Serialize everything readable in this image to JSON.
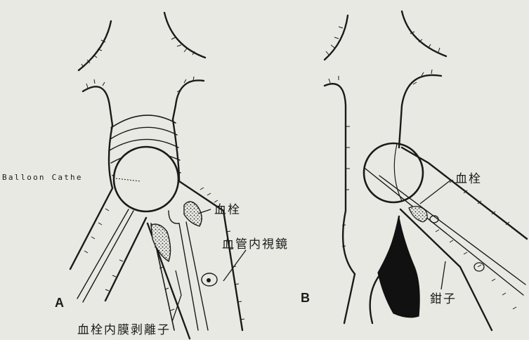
{
  "panels": {
    "A": {
      "letter": "A",
      "labels": {
        "balloon": "Balloon Cathe",
        "thrombus": "血栓",
        "angioscope": "血管内視鏡",
        "stripper": "血栓内膜剥離子"
      }
    },
    "B": {
      "letter": "B",
      "labels": {
        "thrombus": "血栓",
        "forceps": "鉗子"
      }
    }
  },
  "colors": {
    "ink": "#1a1a1a",
    "background": "#e9e9e3",
    "thrombus_fill": "#111111"
  }
}
